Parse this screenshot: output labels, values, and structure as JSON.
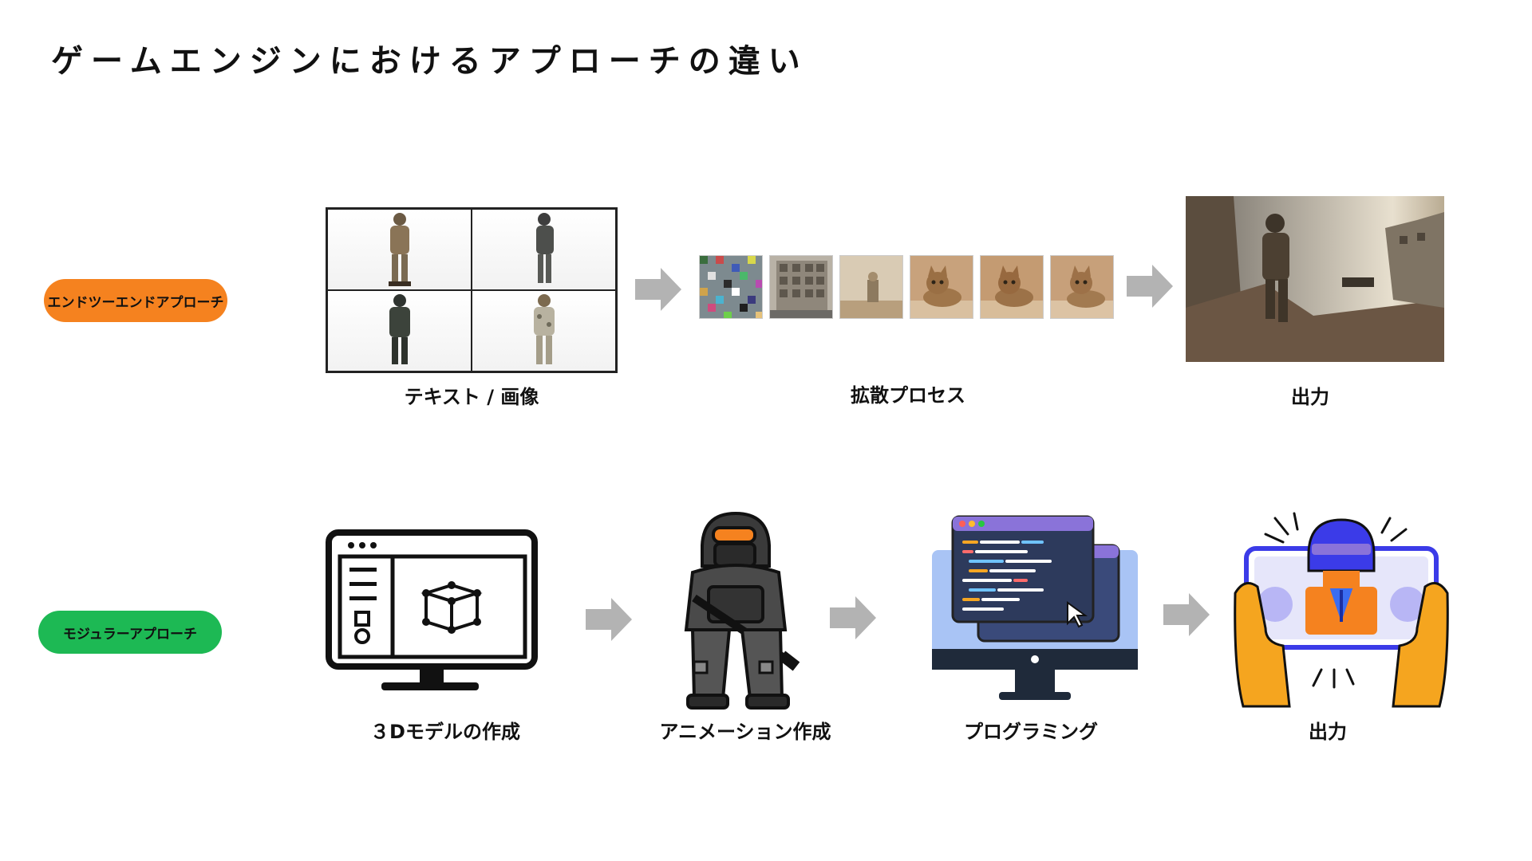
{
  "title": "ゲームエンジンにおけるアプローチの違い",
  "colors": {
    "orange": "#F5821F",
    "green": "#1DB954",
    "arrow": "#B3B3B3"
  },
  "rows": [
    {
      "label": "エンドツーエンドアプローチ",
      "captions": [
        "テキスト / 画像",
        "拡散プロセス",
        "出力"
      ]
    },
    {
      "label": "モジュラーアプローチ",
      "captions": [
        "３Dモデルの作成",
        "アニメーション作成",
        "プログラミング",
        "出力"
      ]
    }
  ],
  "icons": [
    "soldier-photo",
    "noise-image",
    "cat-image",
    "battlefield-photo",
    "monitor-3d-cube-icon",
    "soldier-cartoon-icon",
    "code-editor-icon",
    "mobile-game-icon"
  ]
}
